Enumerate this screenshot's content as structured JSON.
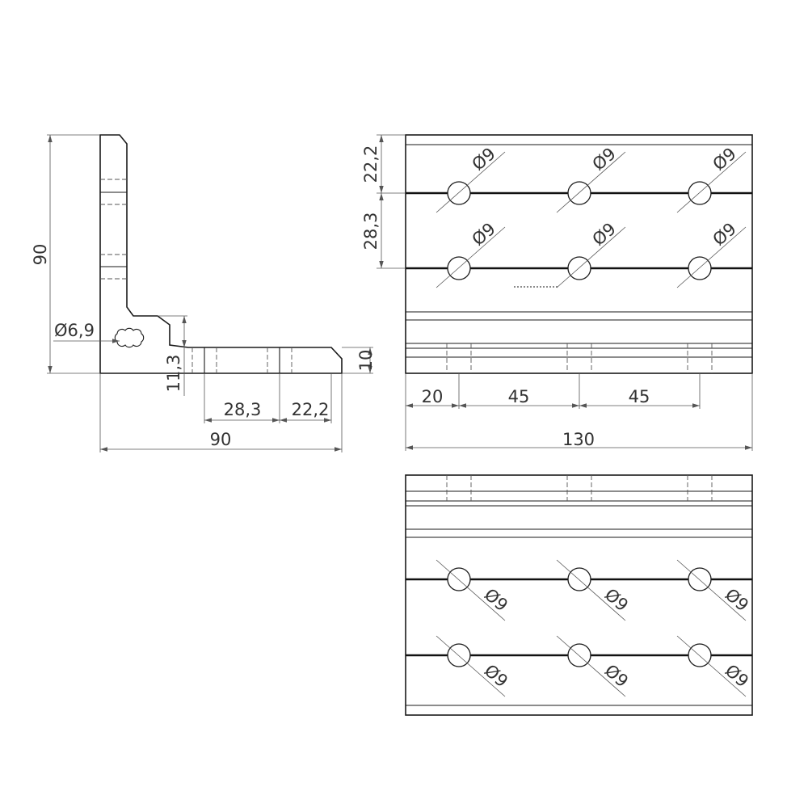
{
  "side_view": {
    "height_label": "90",
    "width_label": "90",
    "thickness_label": "10",
    "offset_label": "11,3",
    "hole_dia_label": "Ø6,9",
    "hole_spacing_label": "28,3",
    "hole_edge_label": "22,2"
  },
  "top_view": {
    "row1_label": "22,2",
    "row2_label": "28,3",
    "hole_labels": [
      "Ø9",
      "Ø9",
      "Ø9",
      "Ø9",
      "Ø9",
      "Ø9"
    ],
    "edge_label": "20",
    "pitch1_label": "45",
    "pitch2_label": "45",
    "length_label": "130"
  },
  "bottom_view": {
    "hole_labels": [
      "Ø9",
      "Ø9",
      "Ø9",
      "Ø9",
      "Ø9",
      "Ø9"
    ]
  },
  "colors": {
    "line": "#1a1a1a",
    "dimension": "#555555",
    "text": "#333333"
  }
}
